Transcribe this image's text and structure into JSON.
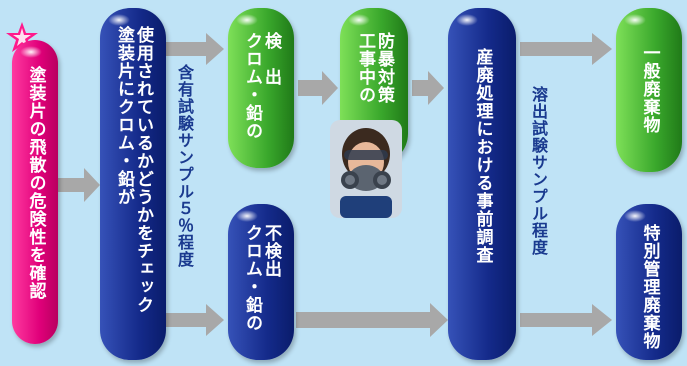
{
  "colors": {
    "background": "#bfe3f6",
    "pink": "#e0007a",
    "navy": "#142a8a",
    "green": "#3aa82c",
    "label": "#1a3a8f",
    "arrow": "#a8a8a8"
  },
  "nodes": {
    "confirm": "塗装片の飛散の危険性を確認",
    "check": [
      "使用されているかどうかをチェック",
      "塗装片にクロム・鉛が"
    ],
    "detected": [
      "検　出",
      "クロム・鉛の"
    ],
    "not_detected": [
      "不検出",
      "クロム・鉛の"
    ],
    "protection": [
      "防暴対策",
      "工事中の"
    ],
    "disposal": "産廃処理における事前調査",
    "general_waste": "一般廃棄物",
    "special_waste": "特別管理廃棄物"
  },
  "labels": {
    "sample_content": "含有試験サンプル５％程度",
    "sample_leach": "溶出試験サンプル程度"
  },
  "icons": {
    "star": "star-burst-icon",
    "worker": "respirator-mask-worker-icon"
  }
}
